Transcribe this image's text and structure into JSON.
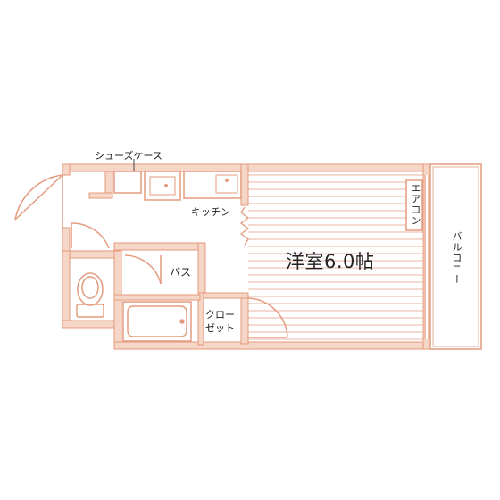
{
  "labels": {
    "shoe_case": "シューズケース",
    "kitchen": "キッチン",
    "bath": "バス",
    "closet_line1": "クロー",
    "closet_line2": "ゼット",
    "room": "洋室6.0帖",
    "aircon": "エアコン",
    "balcony": "バルコニー"
  },
  "colors": {
    "wall": "#e8a98f",
    "wall_fill": "#f6d6c6",
    "line": "#e49b7e",
    "floor_line": "#e9b6a0",
    "text": "#222222"
  }
}
